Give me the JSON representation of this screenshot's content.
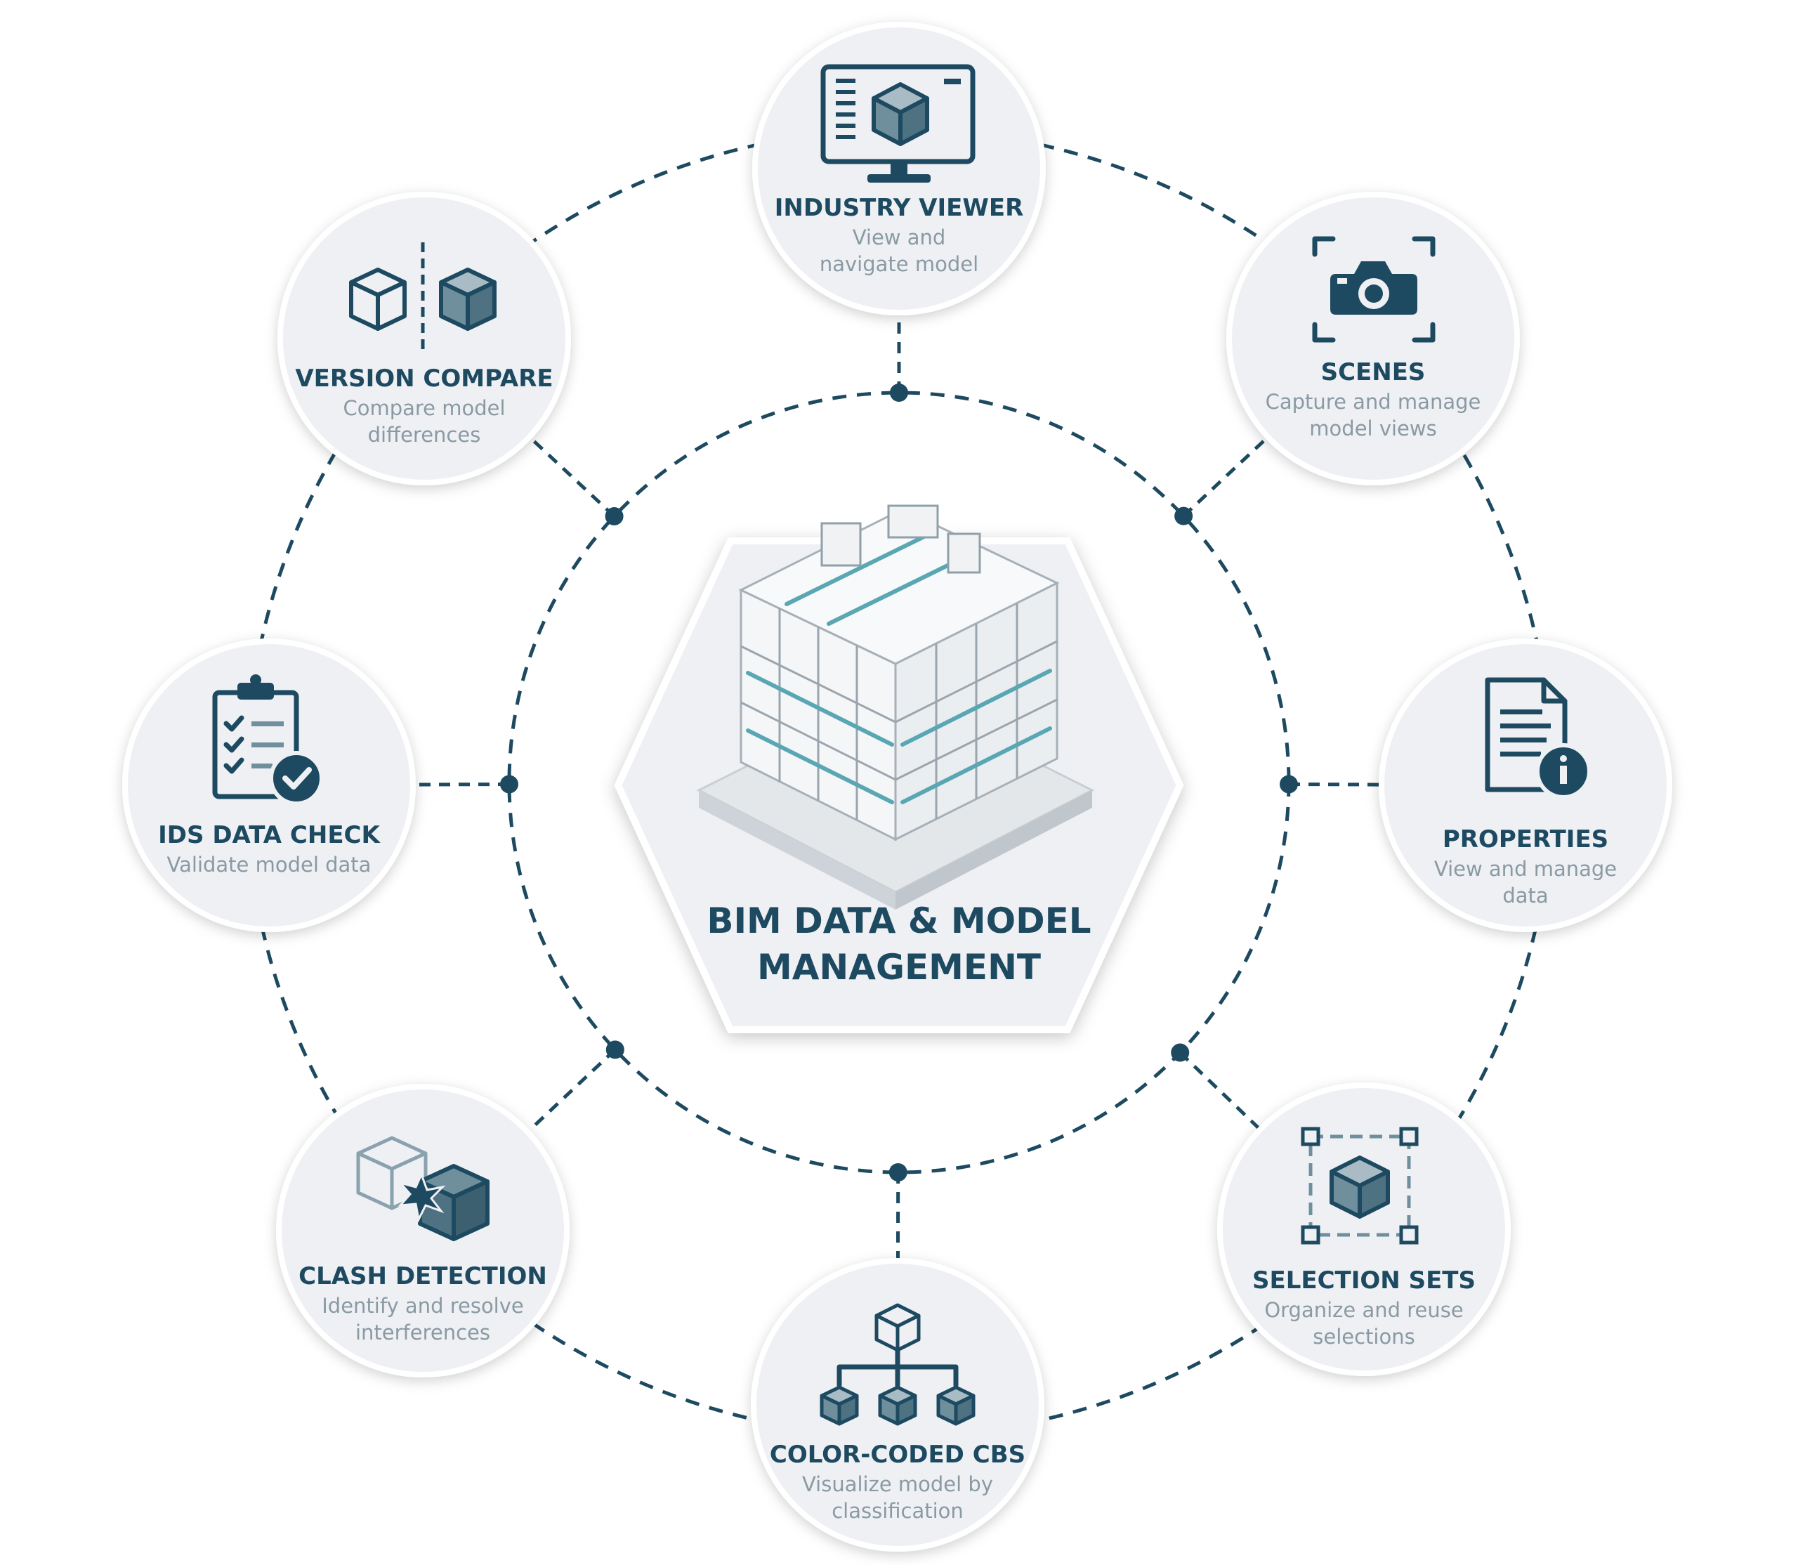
{
  "colors": {
    "primary": "#1d4a60",
    "muted_text": "#8a9aa3",
    "node_fill": "#eef0f4",
    "cube_fill": "#6f8f9d",
    "cube_light": "#a9bbc4"
  },
  "hub": {
    "title_line1": "BIM DATA & MODEL",
    "title_line2": "MANAGEMENT",
    "image_icon": "building-model-icon"
  },
  "nodes": [
    {
      "id": "industry-viewer",
      "icon": "monitor-cube-icon",
      "title": "INDUSTRY VIEWER",
      "desc_line1": "View and",
      "desc_line2": "navigate model"
    },
    {
      "id": "scenes",
      "icon": "camera-icon",
      "title": "SCENES",
      "desc_line1": "Capture and manage",
      "desc_line2": "model views"
    },
    {
      "id": "properties",
      "icon": "document-info-icon",
      "title": "PROPERTIES",
      "desc_line1": "View and manage",
      "desc_line2": "data"
    },
    {
      "id": "selection-sets",
      "icon": "selection-cube-icon",
      "title": "SELECTION SETS",
      "desc_line1": "Organize and reuse",
      "desc_line2": "selections"
    },
    {
      "id": "color-coded-cbs",
      "icon": "hierarchy-cubes-icon",
      "title": "COLOR-CODED CBS",
      "desc_line1": "Visualize model by",
      "desc_line2": "classification"
    },
    {
      "id": "clash-detection",
      "icon": "clash-cubes-icon",
      "title": "CLASH DETECTION",
      "desc_line1": "Identify and resolve",
      "desc_line2": "interferences"
    },
    {
      "id": "ids-data-check",
      "icon": "clipboard-check-icon",
      "title": "IDS DATA CHECK",
      "desc_line1": "Validate model data",
      "desc_line2": ""
    },
    {
      "id": "version-compare",
      "icon": "compare-cubes-icon",
      "title": "VERSION COMPARE",
      "desc_line1": "Compare model",
      "desc_line2": "differences"
    }
  ]
}
